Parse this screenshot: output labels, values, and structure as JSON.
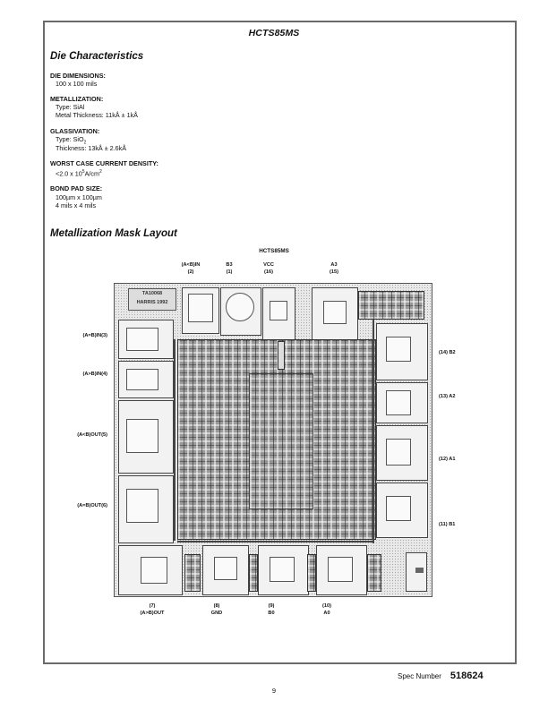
{
  "header": {
    "title": "HCTS85MS"
  },
  "die_characteristics": {
    "title": "Die Characteristics",
    "die_dimensions": {
      "label": "DIE DIMENSIONS:",
      "value": "100 x 100 mils"
    },
    "metallization": {
      "label": "METALLIZATION:",
      "type": "Type: SiAl",
      "thickness": "Metal Thickness: 11kÅ ± 1kÅ"
    },
    "glassivation": {
      "label": "GLASSIVATION:",
      "type_prefix": "Type: SiO",
      "type_sub": "2",
      "thickness": "Thickness: 13kÅ ± 2.6kÅ"
    },
    "current_density": {
      "label": "WORST CASE CURRENT DENSITY:",
      "value_prefix": "<2.0 x 10",
      "value_exp": "5",
      "value_unit": "A/cm",
      "value_unit_exp": "2"
    },
    "bond_pad": {
      "label": "BOND PAD SIZE:",
      "line1": "100µm x 100µm",
      "line2": "4 mils x 4 mils"
    }
  },
  "mask_layout": {
    "title": "Metallization Mask Layout",
    "chip_name": "HCTS85MS",
    "die_logo": {
      "line1": "TA10068",
      "line2": "HARRIS 1992"
    },
    "pins_top": [
      {
        "name": "(A<B)IN",
        "num": "(2)"
      },
      {
        "name": "B3",
        "num": "(1)"
      },
      {
        "name": "VCC",
        "num": "(16)"
      },
      {
        "name": "A3",
        "num": "(15)"
      }
    ],
    "pins_left": [
      "(A=B)IN(3)",
      "(A>B)IN(4)",
      "(A<B)OUT(5)",
      "(A=B)OUT(6)"
    ],
    "pins_right": [
      "(14) B2",
      "(13) A2",
      "(12) A1",
      "(11) B1"
    ],
    "pins_bottom": [
      {
        "num": "(7)",
        "name": "(A>B)OUT"
      },
      {
        "num": "(8)",
        "name": "GND"
      },
      {
        "num": "(9)",
        "name": "B0"
      },
      {
        "num": "(10)",
        "name": "A0"
      }
    ]
  },
  "footer": {
    "spec_label": "Spec Number",
    "spec_number": "518624",
    "page_number": "9"
  }
}
